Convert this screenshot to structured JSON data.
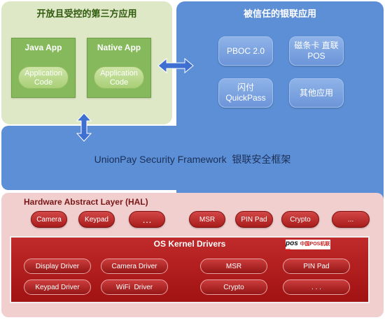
{
  "colors": {
    "green_panel": "#dfe8c6",
    "blue": "#5d8fd6",
    "hal_panel": "#f2cfcf",
    "kernel": "#b21e1e"
  },
  "open_apps": {
    "title": "开放且受控的第三方应用",
    "java": {
      "title": "Java App",
      "code": "Application Code"
    },
    "native": {
      "title": "Native App",
      "code": "Application Code"
    }
  },
  "trusted_apps": {
    "title": "被信任的银联应用",
    "items": [
      "PBOC 2.0",
      "磁条卡 直联POS",
      "闪付 QuickPass",
      "其他应用"
    ]
  },
  "framework": {
    "label": "UnionPay Security Framework  银联安全框架"
  },
  "hal": {
    "title": "Hardware Abstract Layer (HAL)",
    "items": [
      "Camera",
      "Keypad",
      "…",
      "MSR",
      "PIN Pad",
      "Crypto",
      "..."
    ]
  },
  "kernel": {
    "title": "OS Kernel Drivers",
    "left_items": [
      "Display Driver",
      "Camera Driver",
      "Keypad Driver",
      "WiFi  Driver"
    ],
    "right_items": [
      "MSR",
      "PIN Pad",
      "Crypto",
      ". . ."
    ]
  },
  "logo": {
    "brand": "pos",
    "tag": "中国POS机联盟"
  }
}
